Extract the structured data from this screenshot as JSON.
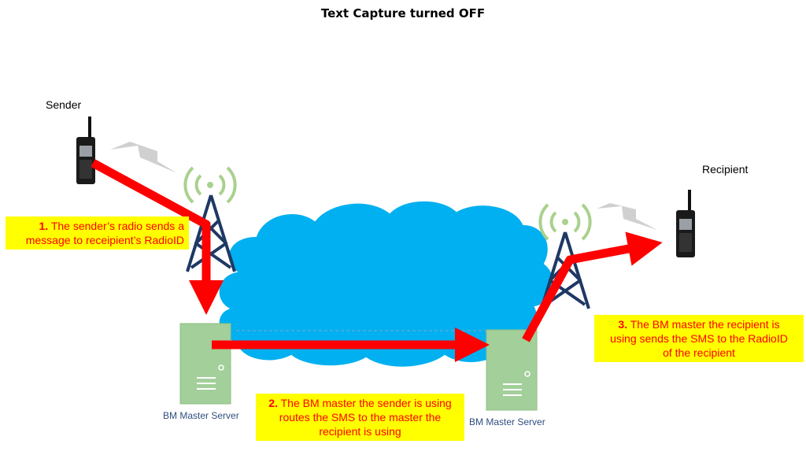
{
  "title": "Text Capture turned OFF",
  "sender_label": "Sender",
  "recipient_label": "Recipient",
  "servers": [
    {
      "label": "BM Master Server"
    },
    {
      "label": "BM Master Server"
    }
  ],
  "steps": [
    {
      "num": "1.",
      "lines": [
        "The sender’s radio sends a",
        "message to receipient’s RadioID"
      ]
    },
    {
      "num": "2.",
      "lines": [
        "The BM master the sender is using",
        "routes the SMS to the master the",
        "recipient is using"
      ]
    },
    {
      "num": "3.",
      "lines": [
        "The BM master the recipient is",
        "using sends the SMS to the RadioID",
        "of the recipient"
      ]
    }
  ],
  "colors": {
    "arrow": "#ff0000",
    "cloud": "#00b0f0",
    "server": "#a3cf9a",
    "tower": "#1f3864",
    "signal": "#a9d18e",
    "callout_bg": "#ffff00",
    "callout_text": "#ff0000"
  },
  "icons": [
    "radio-icon",
    "tower-icon",
    "signal-waves-icon",
    "server-icon",
    "cloud-icon",
    "wireless-bolt-icon"
  ]
}
